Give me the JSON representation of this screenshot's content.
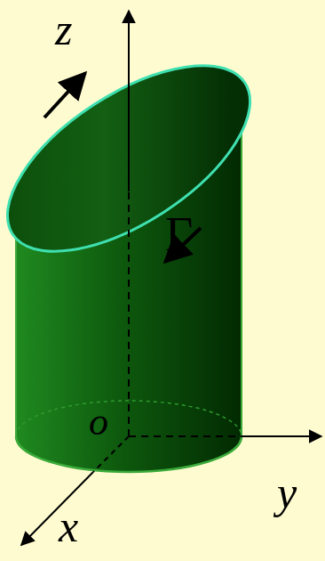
{
  "diagram": {
    "labels": [
      "z",
      "y",
      "x",
      "o",
      "Γ"
    ]
  }
}
